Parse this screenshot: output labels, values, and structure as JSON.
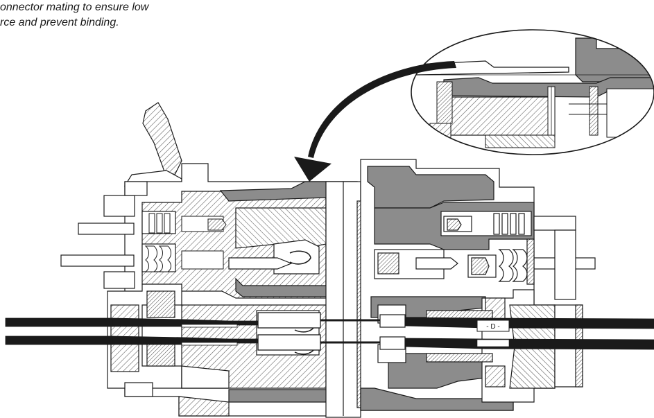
{
  "caption": {
    "line1": "onnector mating to ensure low",
    "line2": "rce and prevent binding."
  },
  "callout": {
    "label": "- D -"
  },
  "colors": {
    "ink": "#1a1a1a",
    "gray_fill": "#8c8c8c",
    "hatch": "#555555",
    "background": "#ffffff"
  },
  "icons": {
    "arrow": "curved-callout-arrow-icon",
    "detail": "magnified-detail-circle-icon"
  }
}
